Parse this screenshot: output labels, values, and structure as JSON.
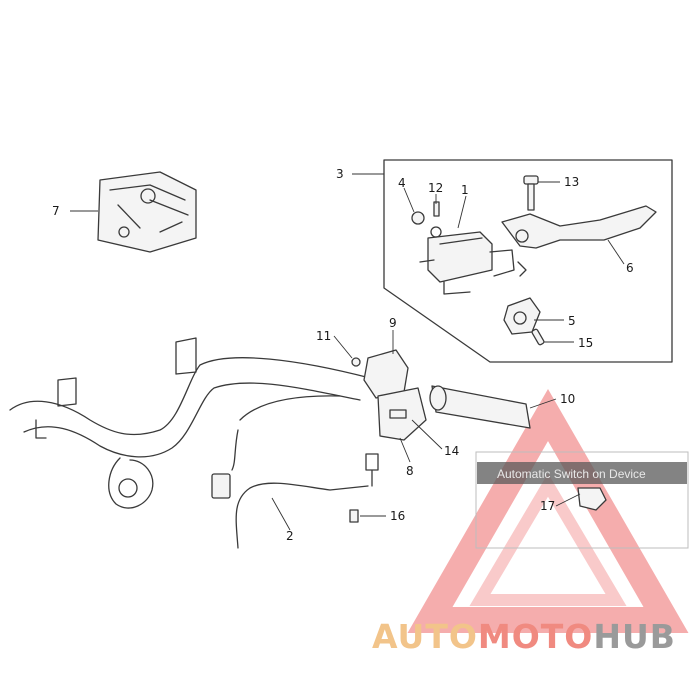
{
  "callouts": {
    "c1": "1",
    "c2": "2",
    "c3": "3",
    "c4": "4",
    "c5": "5",
    "c6": "6",
    "c7": "7",
    "c8": "8",
    "c9": "9",
    "c10": "10",
    "c11": "11",
    "c12": "12",
    "c13": "13",
    "c14": "14",
    "c15": "15",
    "c16": "16",
    "c17": "17"
  },
  "inset": {
    "title": "Automatic Switch on Device"
  },
  "watermark": {
    "auto": "AUTO",
    "moto": "MOTO",
    "hub": "HUB",
    "colors": {
      "auto": "#f2c48a",
      "moto": "#f08a80",
      "hub": "#9a9a9a",
      "triangle": "#ee6b6b"
    }
  }
}
